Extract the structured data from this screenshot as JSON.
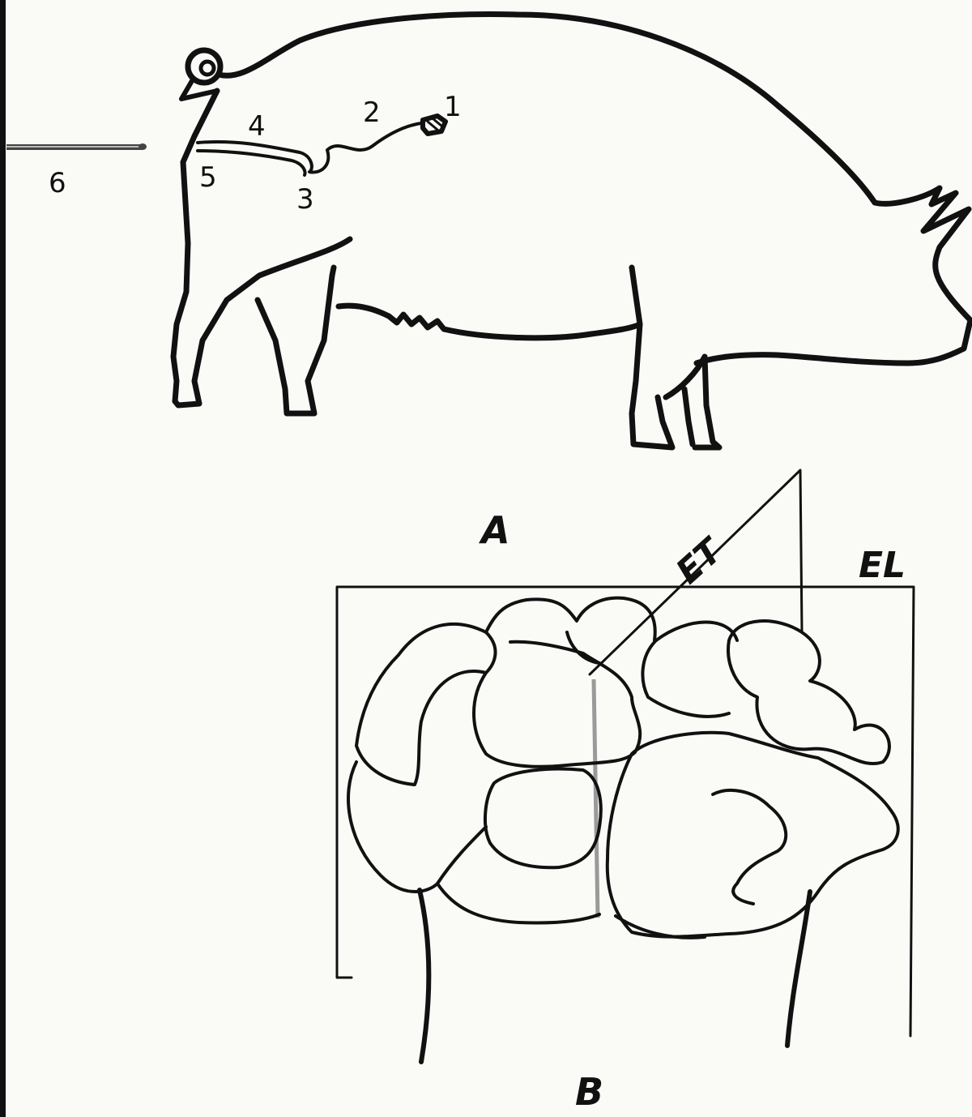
{
  "panels": {
    "a": {
      "label": "A"
    },
    "b": {
      "label": "B"
    }
  },
  "tract_labels": {
    "ovary": "1",
    "oviduct": "2",
    "uterine_horn": "3",
    "cervix": "4",
    "vagina": "5",
    "catheter": "6"
  },
  "measures": {
    "et": "ET",
    "el": "EL"
  },
  "colors": {
    "ink": "#111111",
    "paper": "#fafaf7",
    "gray_line": "#9a9a9a"
  }
}
